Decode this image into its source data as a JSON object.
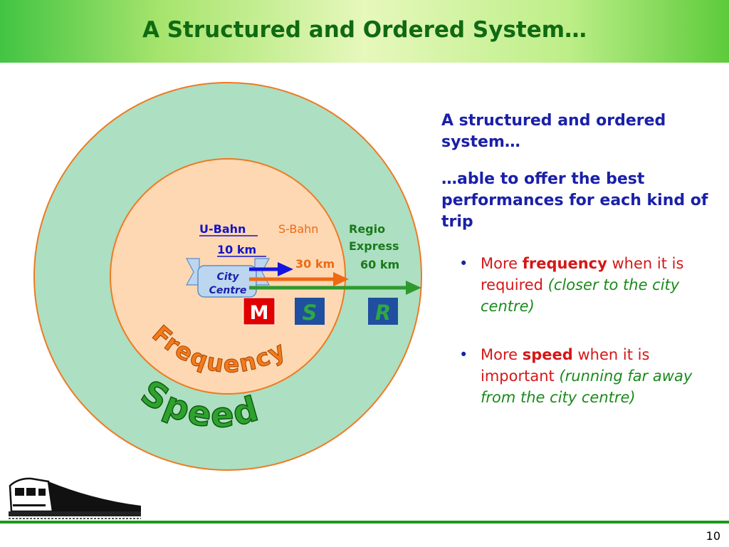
{
  "title": "A Structured and Ordered System…",
  "diagram": {
    "outer_ring_label": "Speed",
    "inner_ring_label": "Frequency",
    "centre_label_line1": "City",
    "centre_label_line2": "Centre",
    "services": [
      {
        "name": "U-Bahn",
        "distance": "10 km",
        "badge": "M",
        "color": "#1414e0"
      },
      {
        "name": "S-Bahn",
        "distance": "30 km",
        "badge": "S",
        "color": "#ee6a14"
      },
      {
        "name_line1": "Regio",
        "name_line2": "Express",
        "distance": "60 km",
        "badge": "R",
        "color": "#2e9a2e"
      }
    ],
    "colors": {
      "outer_fill": "#addfc2",
      "inner_fill": "#fdd8b3",
      "ring_stroke": "#ee7a22",
      "badge_m_bg": "#e00000",
      "badge_blue_bg": "#1f4f9e",
      "badge_s_letter": "#2fa843"
    }
  },
  "intro_text_1": "A structured and ordered system…",
  "intro_text_2": "…able to offer the best performances for each kind of trip",
  "bullets": [
    {
      "prefix": "More ",
      "emphasis": "frequency",
      "middle": " when it is required ",
      "italic": "(closer to the city centre)"
    },
    {
      "prefix": "More ",
      "emphasis": "speed",
      "middle": " when it is important ",
      "italic": "(running far away from the city centre)"
    }
  ],
  "bullet_symbol": "•",
  "logo_icon": "train-icon",
  "page_number": "10"
}
